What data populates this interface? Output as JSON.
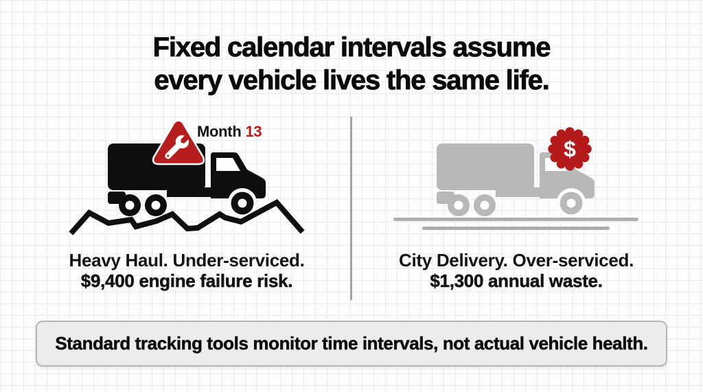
{
  "title": {
    "line1": "Fixed calendar intervals assume",
    "line2": "every vehicle lives the same life."
  },
  "left_panel": {
    "month_label": "Month",
    "month_value": "13",
    "caption_line1": "Heavy Haul. Under-serviced.",
    "caption_line2": "$9,400 engine failure risk."
  },
  "right_panel": {
    "badge_symbol": "$",
    "caption_line1": "City Delivery. Over-serviced.",
    "caption_line2": "$1,300 annual waste."
  },
  "footer": {
    "text": "Standard tracking tools monitor time intervals, not actual vehicle health."
  },
  "icons": {
    "left_truck": "heavy-haul-truck-icon",
    "right_truck": "city-delivery-truck-icon",
    "warning_triangle": "maintenance-warning-triangle-icon",
    "wrench": "wrench-icon",
    "dollar_badge": "dollar-seal-icon",
    "rough_road": "rough-road-icon",
    "smooth_road": "smooth-road-icon"
  },
  "colors": {
    "accent_red": "#b71c1c",
    "truck_black": "#0e0e0e",
    "truck_gray": "#b8b8b8",
    "grid_line": "#ebebeb",
    "divider_gray": "#a2a2a2",
    "footer_bg": "#ececec",
    "footer_border": "#b6b6b6"
  }
}
